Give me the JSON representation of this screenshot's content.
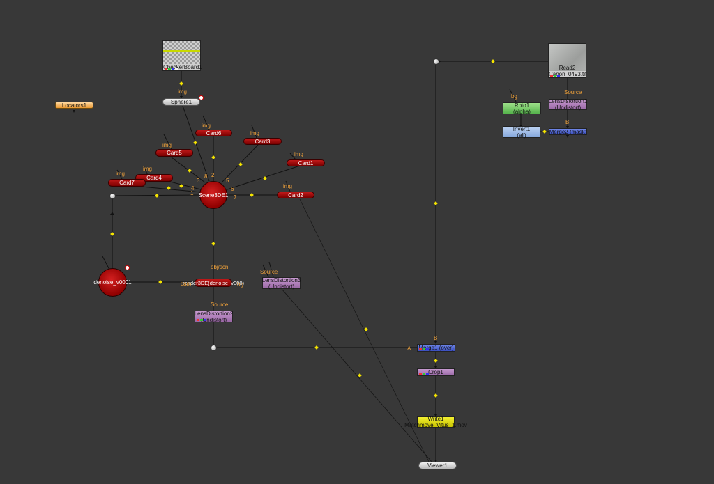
{
  "nodes": {
    "checkerboard": "CheckerBoard1",
    "sphere": "Sphere1",
    "locators": "Locators1",
    "card1": "Card1",
    "card2": "Card2",
    "card3": "Card3",
    "card4": "Card4",
    "card5": "Card5",
    "card6": "Card6",
    "card7": "Card7",
    "scene3de": "Scene3DE1",
    "denoise": "denoise_v0001",
    "render3de": "render3DE(denoise_v000)",
    "lensdist2": [
      "LensDistortion2",
      "(Undistort)"
    ],
    "lensdist3": [
      "LensDistortion3",
      "(Undistort)"
    ],
    "lensdist1": [
      "LensDistortion1",
      "(Undistort)"
    ],
    "read2": [
      "Read2",
      "Canon_0493.tif"
    ],
    "roto1": [
      "Roto1",
      "(alpha)"
    ],
    "invert1": [
      "Invert1",
      "(all)"
    ],
    "merge2": "Merge2 (mask)",
    "merge1": "Merge1 (over)",
    "crop1": "Crop1",
    "write1": [
      "Write1",
      "Matchmove_Vitus_1.mov"
    ],
    "viewer1": "Viewer1"
  },
  "input_labels": {
    "img": "img",
    "bg": "bg",
    "source": "Source",
    "objscn": "obj/scn",
    "cam": "cam",
    "bg_lower": "bg",
    "a": "A",
    "b": "B",
    "b2": "B",
    "n1": "1",
    "n2": "2",
    "n3": "3",
    "n4": "4",
    "n5": "5",
    "n6": "6",
    "n7": "7",
    "n8": "8"
  },
  "colors": {
    "background": "#383838",
    "link": "#111111",
    "link_dot": "#f5e400",
    "label": "#f1a23a"
  }
}
